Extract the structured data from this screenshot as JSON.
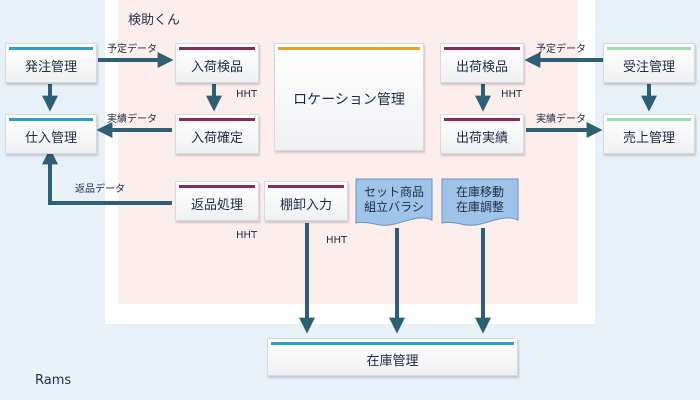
{
  "regions": {
    "kenjo_label": "検助くん",
    "rams_label": "Rams"
  },
  "nodes": {
    "hacchu": "発注管理",
    "shiire": "仕入管理",
    "nyuka_kenpin": "入荷検品",
    "nyuka_kakutei": "入荷確定",
    "location": "ロケーション管理",
    "shukka_kenpin": "出荷検品",
    "shukka_jisseki": "出荷実績",
    "juchu": "受注管理",
    "uriage": "売上管理",
    "henpin_shori": "返品処理",
    "tanaoroshi": "棚卸入力",
    "zaiko": "在庫管理"
  },
  "docs": {
    "set_line1": "セット商品",
    "set_line2": "組立バラシ",
    "zaiko_line1": "在庫移動",
    "zaiko_line2": "在庫調整"
  },
  "edge_labels": {
    "yotei_left": "予定データ",
    "yotei_right": "予定データ",
    "jisseki_left": "実績データ",
    "jisseki_right": "実績データ",
    "henpin": "返品データ",
    "hht_nyuka": "HHT",
    "hht_shukka": "HHT",
    "hht_henpin": "HHT",
    "hht_tana": "HHT"
  },
  "colors": {
    "blue_bar": "#2e9bd6",
    "maroon_bar": "#8b2a55",
    "orange_bar": "#f0a020",
    "green_bar": "#9be0b0",
    "arrow": "#2e5f74",
    "doc_fill": "#9fc4ea"
  }
}
